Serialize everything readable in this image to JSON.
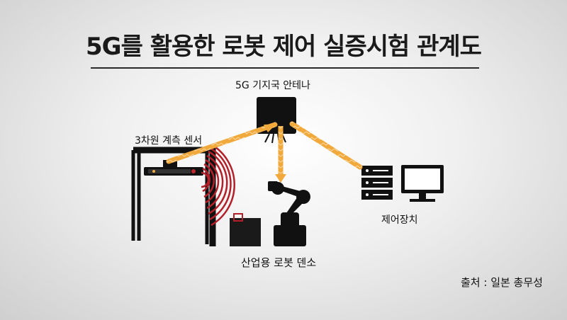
{
  "title": "5G를 활용한 로봇 제어 실증시험 관계도",
  "labels": {
    "antenna": "5G 기지국 안테나",
    "sensor": "3차원 계측 센서",
    "robot": "산업용 로봇 덴소",
    "control": "제어장치"
  },
  "source": "출처 : 일본 총무성",
  "colors": {
    "link": "#f2a93b",
    "wave": "#b3202a",
    "device": "#111111"
  }
}
